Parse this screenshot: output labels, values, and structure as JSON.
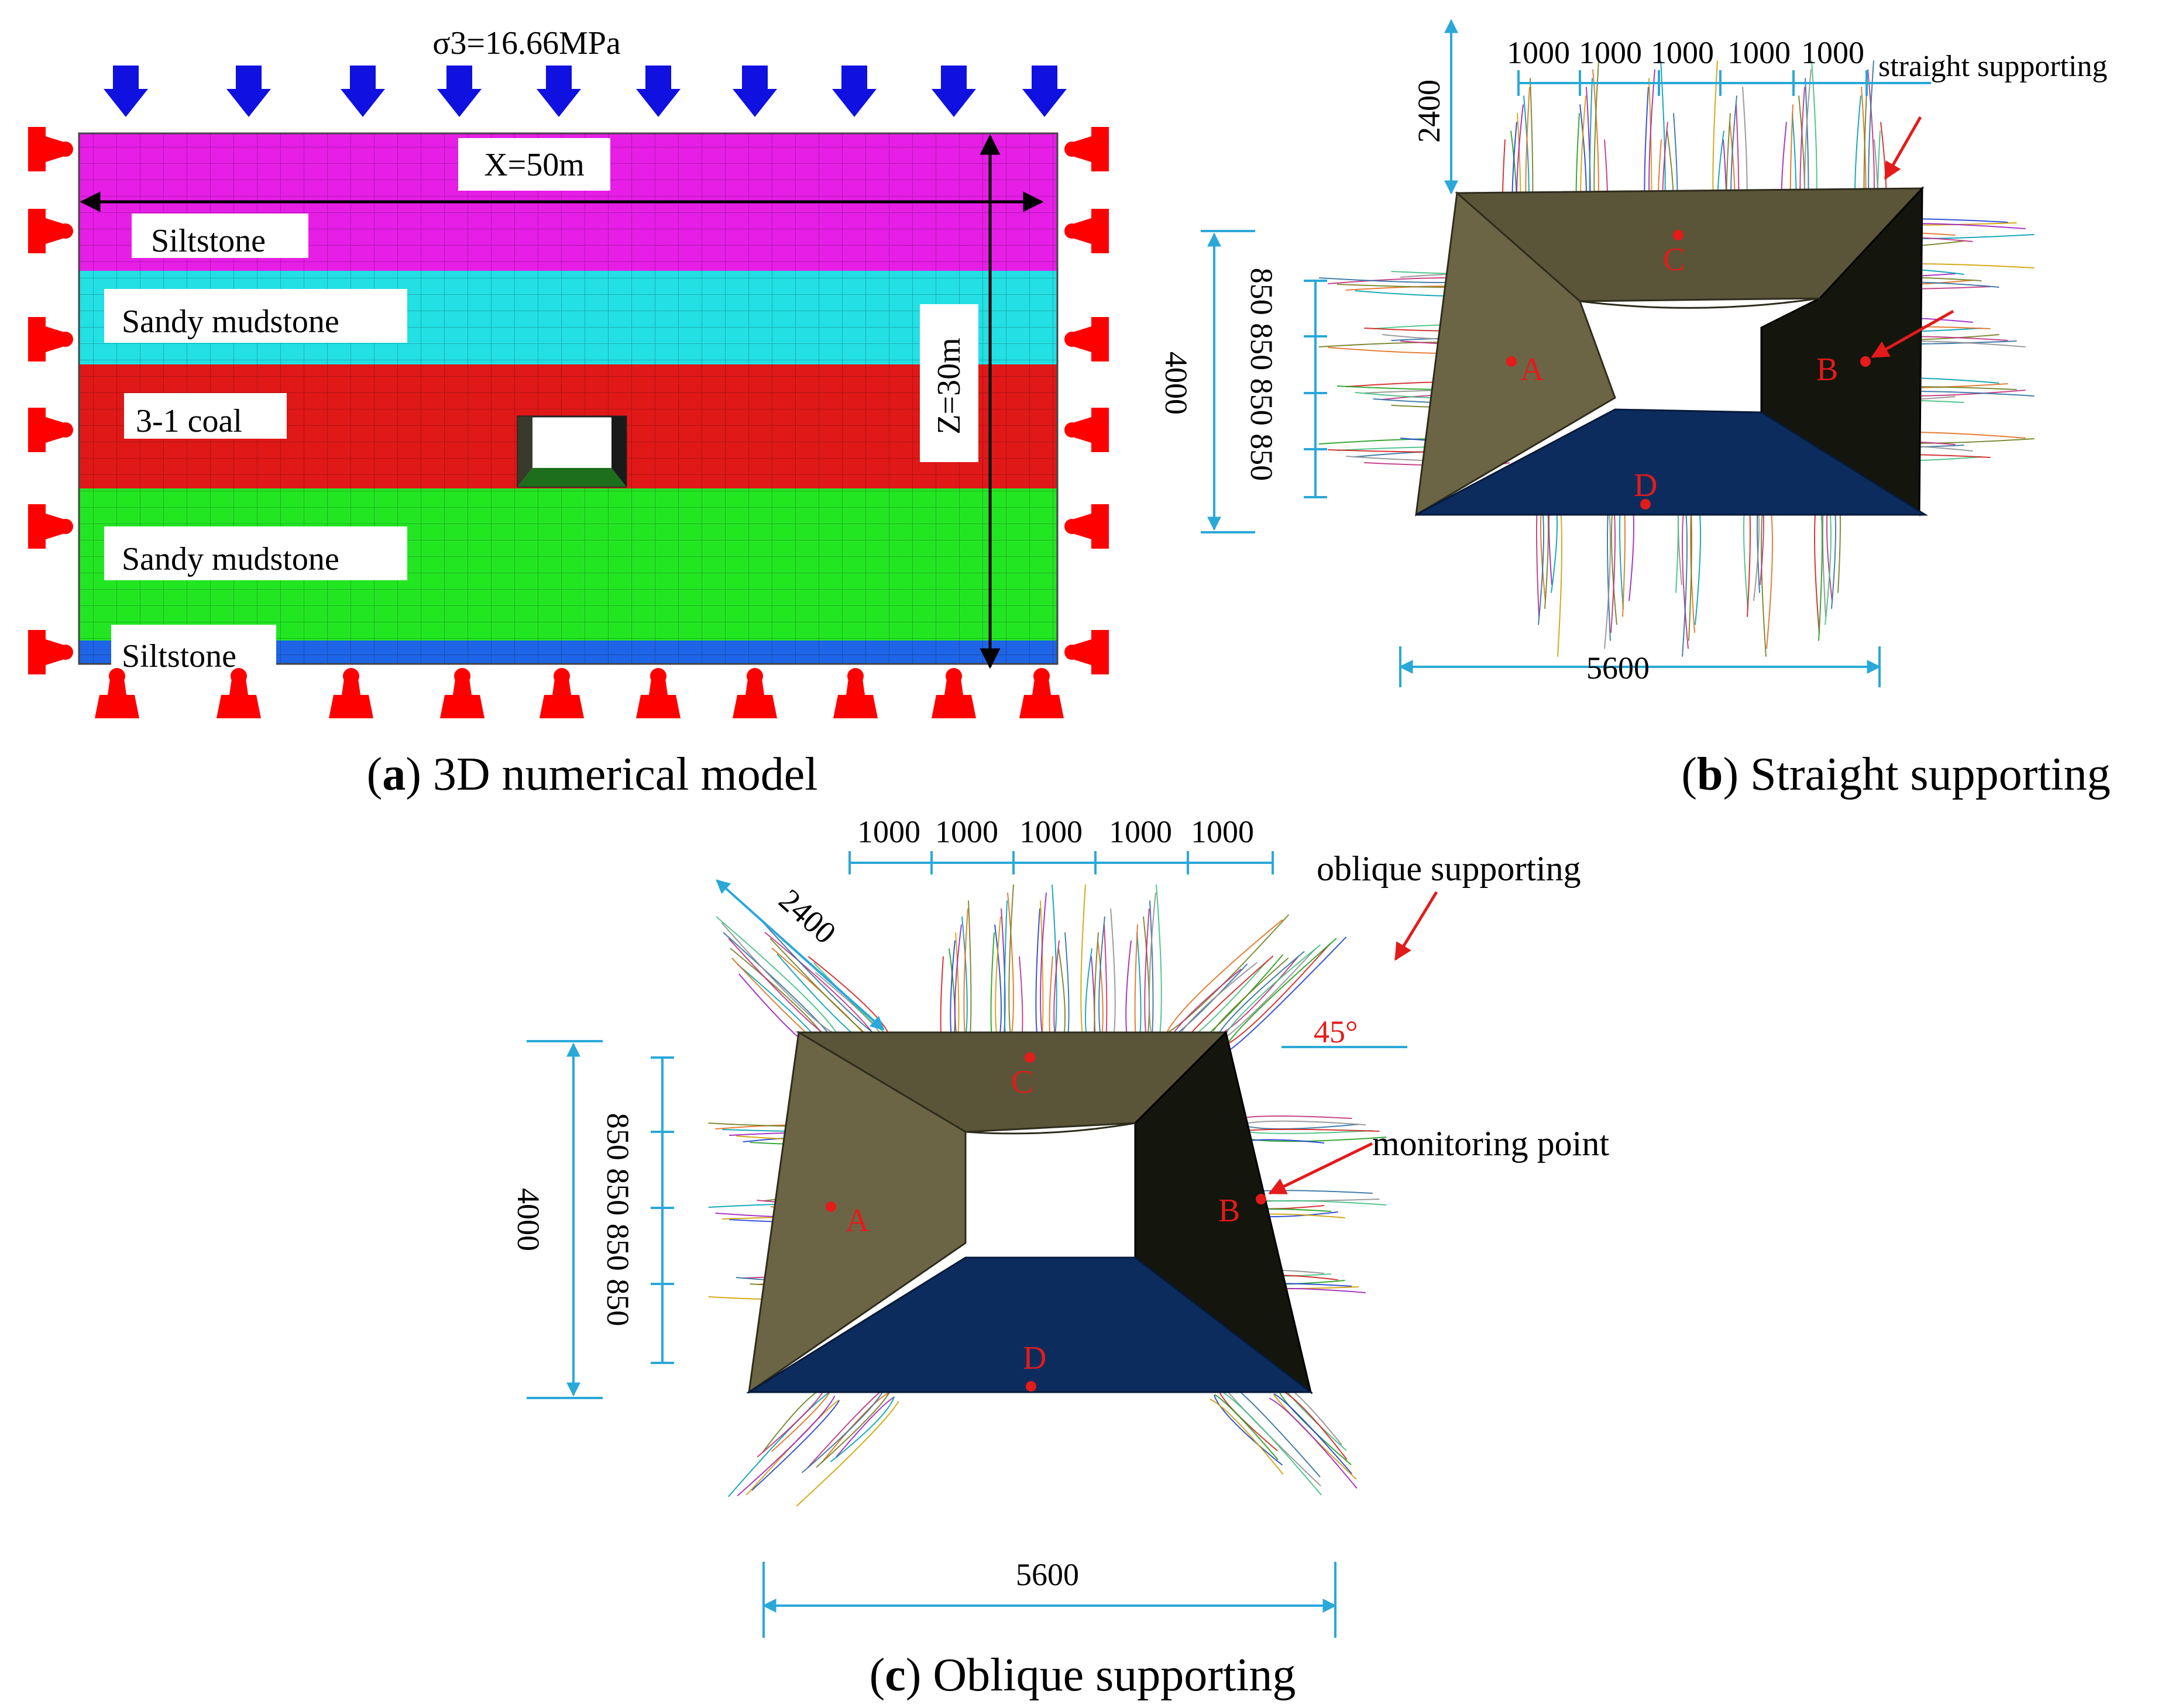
{
  "panel_a": {
    "stress_label": "σ3=16.66MPa",
    "x_label": "X=50m",
    "z_label": "Z=30m",
    "layers": [
      {
        "name": "Siltstone",
        "color": "#e61ee6"
      },
      {
        "name": "Sandy mudstone",
        "color": "#22e0e4"
      },
      {
        "name": "3-1 coal",
        "color": "#e01818"
      },
      {
        "name": "Sandy mudstone",
        "color": "#23e623"
      },
      {
        "name": "Siltstone",
        "color": "#1e64e6"
      }
    ],
    "caption_letter": "a",
    "caption_text": " 3D numerical model"
  },
  "panel_b": {
    "spacing_labels": [
      "1000",
      "1000",
      "1000",
      "1000",
      "1000"
    ],
    "bolt_length": "2400",
    "height": "4000",
    "side_spacing": "850 850 850 850",
    "width": "5600",
    "annotation": "straight supporting",
    "points": [
      "A",
      "B",
      "C",
      "D"
    ],
    "caption_letter": "b",
    "caption_text": " Straight supporting"
  },
  "panel_c": {
    "spacing_labels": [
      "1000",
      "1000",
      "1000",
      "1000",
      "1000"
    ],
    "bolt_length": "2400",
    "angle": "45°",
    "height": "4000",
    "side_spacing": "850 850 850 850",
    "width": "5600",
    "annotation": "oblique  supporting",
    "monitoring": "monitoring point",
    "points": [
      "A",
      "B",
      "C",
      "D"
    ],
    "caption_letter": "c",
    "caption_text": " Oblique supporting"
  },
  "colors": {
    "load_arrow": "#1010e0",
    "support": "#ff0000",
    "roof": "#5a5538",
    "floor": "#0c2c5e",
    "dimension": "#2aa8d8",
    "marker": "#e31b1b"
  }
}
